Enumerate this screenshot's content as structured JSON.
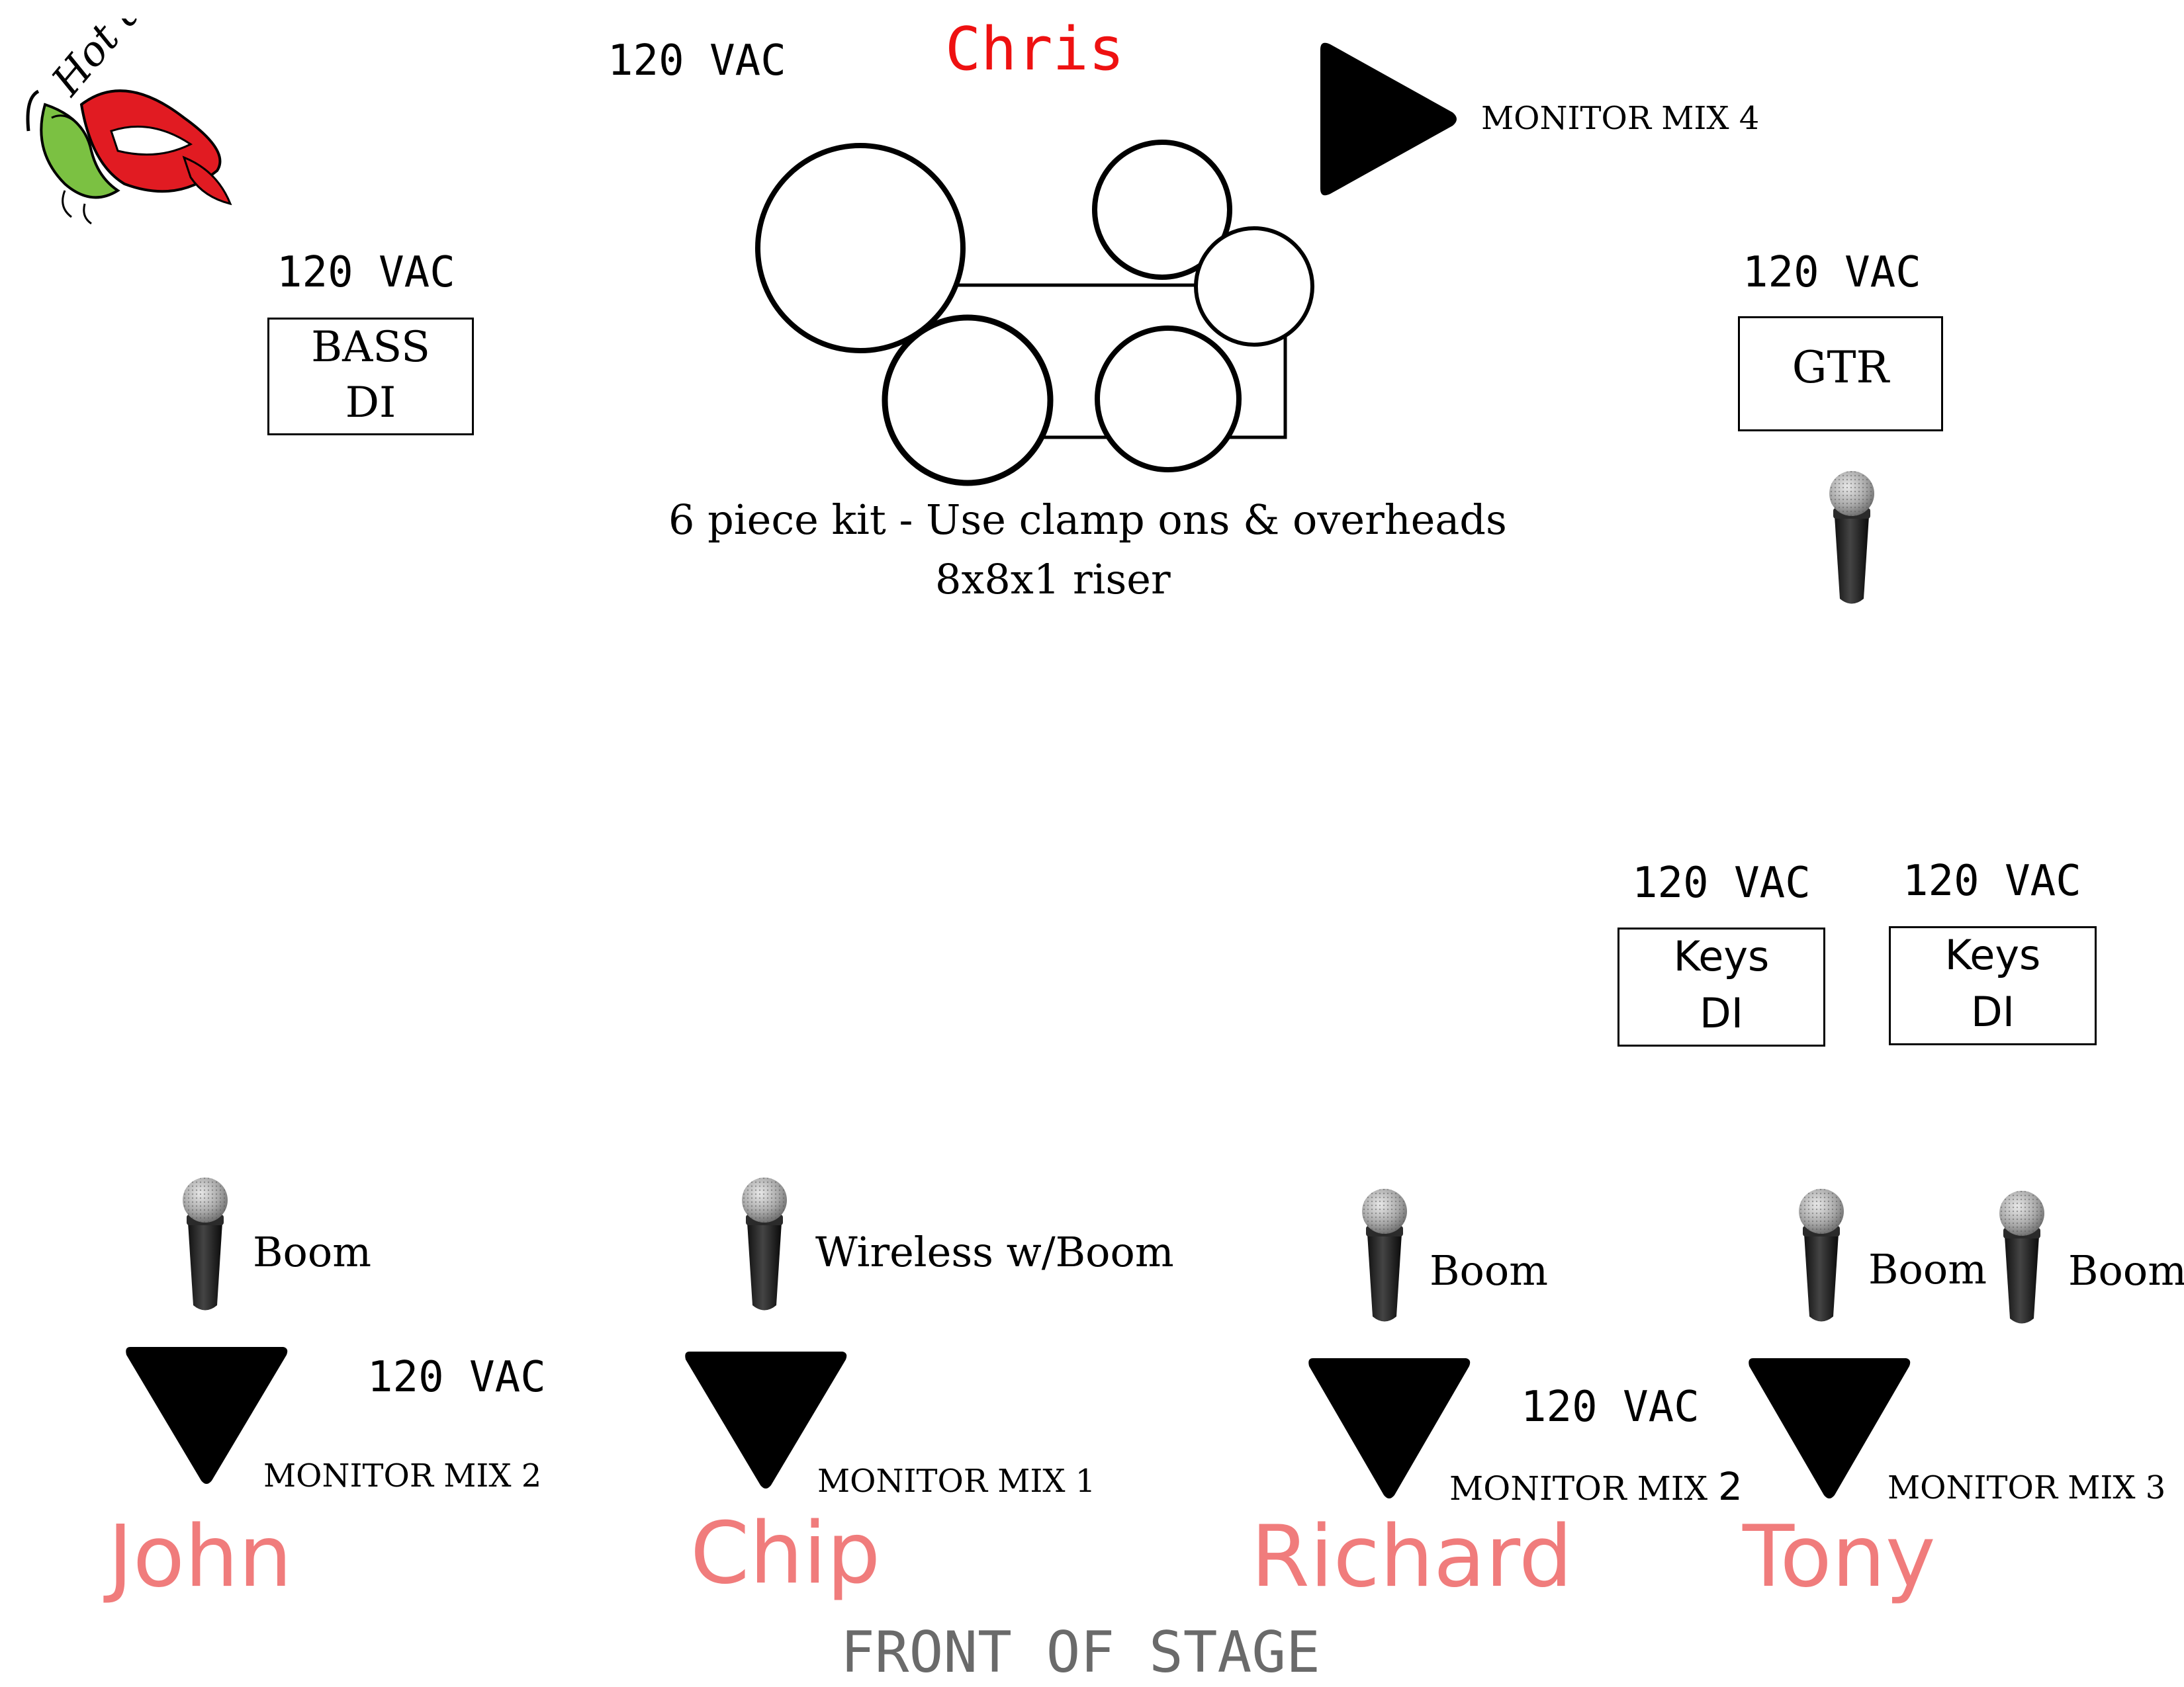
{
  "logo": {
    "text": "Hot as a Pepper!"
  },
  "drummer": {
    "name": "Chris",
    "power": "120 VAC"
  },
  "drum_kit": {
    "line1": "6 piece kit  - Use clamp ons & overheads",
    "line2": "8x8x1 riser"
  },
  "monitor_top": {
    "label": "MONITOR MIX 4"
  },
  "bass": {
    "power": "120 VAC",
    "line1": "BASS",
    "line2": "DI"
  },
  "guitar": {
    "power": "120 VAC",
    "label": "GTR"
  },
  "keys1": {
    "power": "120 VAC",
    "line1": "Keys",
    "line2": "DI"
  },
  "keys2": {
    "power": "120 VAC",
    "line1": "Keys",
    "line2": "DI"
  },
  "john": {
    "name": "John",
    "mic_label": "Boom",
    "monitor": "MONITOR MIX 2",
    "power": "120 VAC"
  },
  "chip": {
    "name": "Chip",
    "mic_label": "Wireless w/Boom",
    "monitor": "MONITOR MIX 1"
  },
  "richard": {
    "name": "Richard",
    "mic_label": "Boom",
    "monitor_prefix": "MONITOR MIX ",
    "monitor_num": "2",
    "power": "120 VAC"
  },
  "tony": {
    "name": "Tony",
    "mic_label": "Boom",
    "mic2_label": "Boom",
    "monitor": "MONITOR MIX 3"
  },
  "front": {
    "label": "FRONT OF STAGE"
  },
  "colors": {
    "drummer_name": "#ee1111",
    "member_names": "#f07c7c",
    "front_label": "#6a6a6a"
  }
}
